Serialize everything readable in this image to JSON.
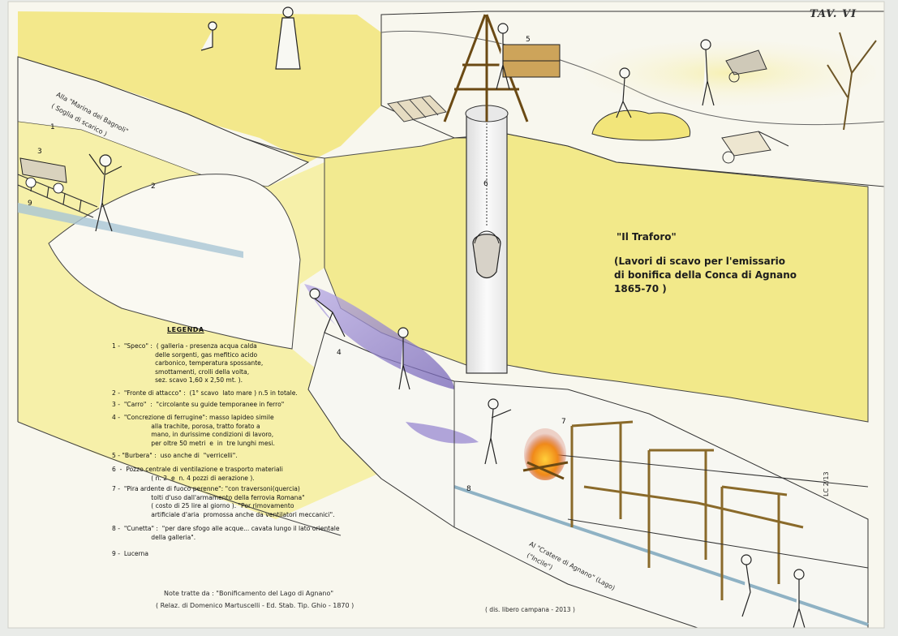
{
  "plate": {
    "tav": "TAV. VI"
  },
  "title": "\"Il Traforo\"",
  "subtitle": "(Lavori di scavo per l'emissario\ndi bonifica della Conca di Agnano\n1865-70 )",
  "labels": {
    "upper_dir_1": "Alla \"Marina dei Bagnoli\"",
    "upper_dir_2": "( Soglia di scarico )",
    "lower_dir_1": "Al \"Cratere di Agnano\" (Lago)",
    "lower_dir_2": "(\"Incile\")",
    "signature": "LC 2/13"
  },
  "legend": {
    "title": "LEGENDA",
    "items": [
      "1 -  \"Speco\" :  ( galleria - presenza acqua calda\n                      delle sorgenti, gas mefitico acido\n                      carbonico, temperatura spossante,\n                      smottamenti, crolli della volta,\n                      sez. scavo 1,60 x 2,50 mt. ).",
      "2 -  \"Fronte di attacco\" :  (1° scavo  lato mare ) n.5 in totale.",
      "3 -  \"Carro\"  :  \"circolante su guide temporanee in ferro\"",
      "4 -  \"Concrezione di ferrugine\": masso lapideo simile\n                    alla trachite, porosa, tratto forato a\n                    mano, in durissime condizioni di lavoro,\n                    per oltre 50 metri  e  in  tre lunghi mesi.",
      "5 - \"Burbera\" :  uso anche di  \"verricelli\".",
      "6  -  Pozzo centrale di ventilazione e trasporto materiali\n                    ( n. 2  e  n. 4 pozzi di aerazione ).",
      "7 -  \"Pira ardente di fuoco perenne\": \"con traversoni(quercia)\n                    tolti d'uso dall'armamento della ferrovia Romana\"\n                    ( costo di 25 lire al giorno ). \"Per rimovamento\n                    artificiale d'aria  promossa anche da ventilatori meccanici\".",
      "8 -  \"Cunetta\" :  \"per dare sfogo alle acque... cavata lungo il lato orientale\n                    della galleria\".",
      "9 -  Lucerna"
    ]
  },
  "notes": {
    "line1": "Note tratte da : \"Bonificamento del Lago di Agnano\"",
    "line2": "( Relaz. di Domenico Martuscelli - Ed. Stab. Tip. Ghio - 1870 )"
  },
  "credit": "( dis. libero campana - 2013 )",
  "callouts": [
    "1",
    "2",
    "3",
    "4",
    "5",
    "6",
    "7",
    "8",
    "9"
  ],
  "colors": {
    "paper": "#f7f6ee",
    "ochre": "#f1e36a",
    "violet": "#8c7cc6",
    "ink": "#222222",
    "fire": "#f08a1a"
  }
}
